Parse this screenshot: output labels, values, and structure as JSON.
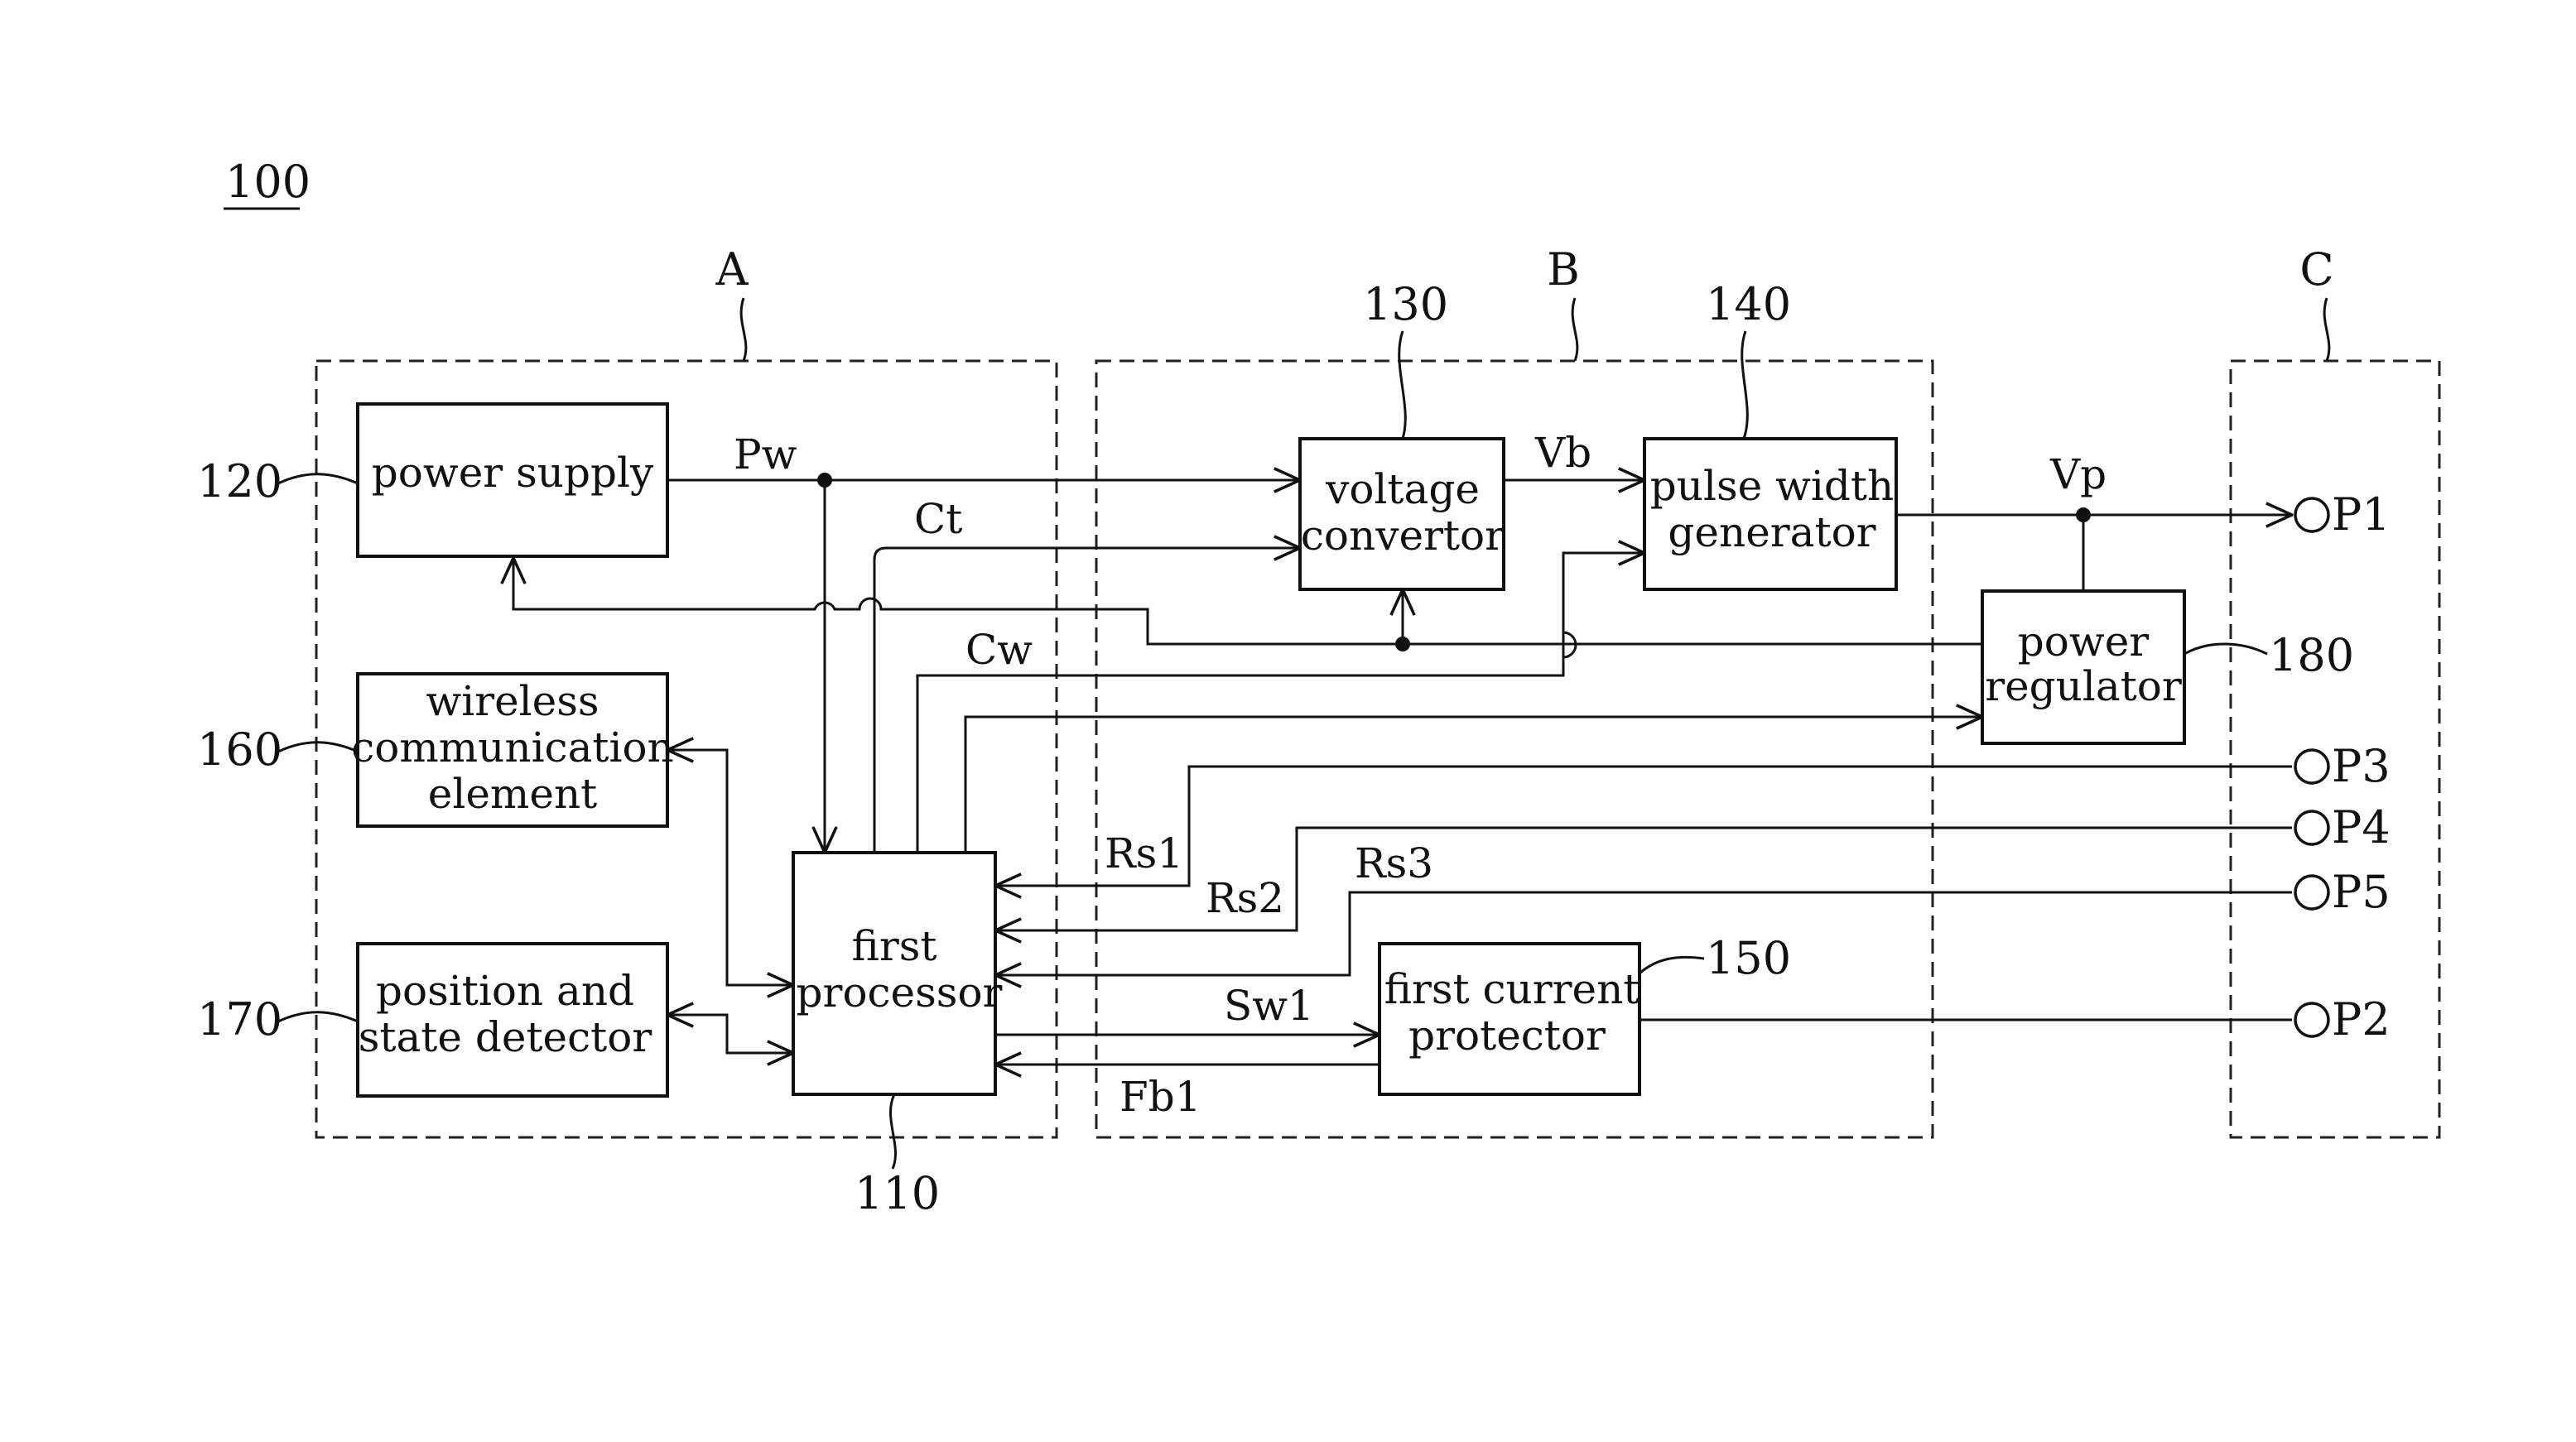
{
  "figure": {
    "ref": "100",
    "groups": [
      {
        "id": "A",
        "label": "A"
      },
      {
        "id": "B",
        "label": "B"
      },
      {
        "id": "C",
        "label": "C"
      }
    ]
  },
  "blocks": {
    "power_supply": {
      "lines": [
        "power supply"
      ],
      "ref": "120"
    },
    "wireless": {
      "lines": [
        "wireless",
        "communication",
        "element"
      ],
      "ref": "160"
    },
    "position": {
      "lines": [
        "position and",
        "state detector"
      ],
      "ref": "170"
    },
    "first_processor": {
      "lines": [
        "first",
        "processor"
      ],
      "ref": "110"
    },
    "voltage_convertor": {
      "lines": [
        "voltage",
        "convertor"
      ],
      "ref": "130"
    },
    "pulse_width": {
      "lines": [
        "pulse width",
        "generator"
      ],
      "ref": "140"
    },
    "power_regulator": {
      "lines": [
        "power",
        "regulator"
      ],
      "ref": "180"
    },
    "current_protector": {
      "lines": [
        "first current",
        "protector"
      ],
      "ref": "150"
    }
  },
  "signals": {
    "pw": "Pw",
    "ct": "Ct",
    "cw": "Cw",
    "vb": "Vb",
    "vp": "Vp",
    "rs1": "Rs1",
    "rs2": "Rs2",
    "rs3": "Rs3",
    "sw1": "Sw1",
    "fb1": "Fb1"
  },
  "ports": {
    "p1": "P1",
    "p2": "P2",
    "p3": "P3",
    "p4": "P4",
    "p5": "P5"
  },
  "colors": {
    "ink": "#111111",
    "background": "#ffffff"
  }
}
